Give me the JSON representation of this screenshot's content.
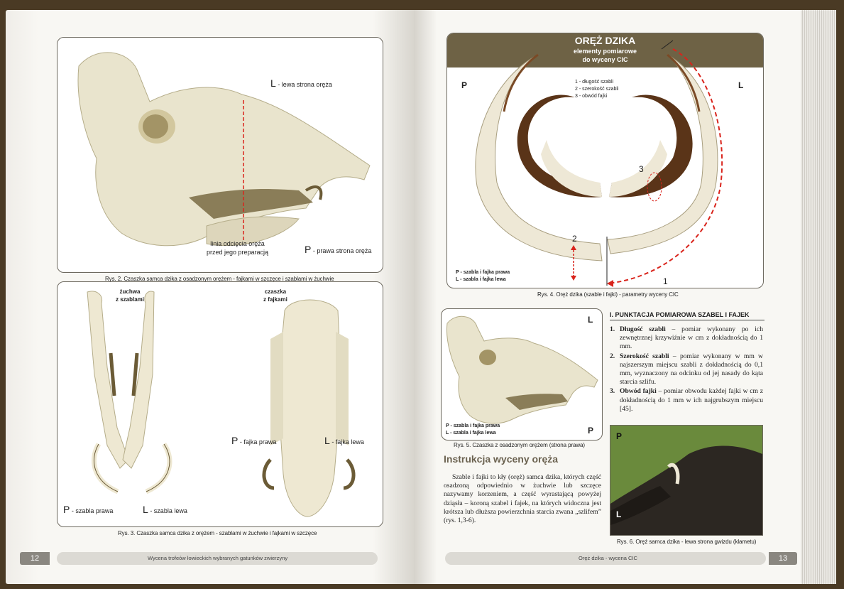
{
  "left_page": {
    "fig2": {
      "label_L": "L",
      "label_L_text": "- lewa strona oręża",
      "cut_line": [
        "linia odcięcia oręża",
        "przed jego preparacją"
      ],
      "label_P": "P",
      "label_P_text": "- prawa strona oręża",
      "caption": "Rys. 2. Czaszka samca dzika z osadzonym orężem - fajkami w szczęce i szablami w żuchwie"
    },
    "fig3": {
      "jaw_label": [
        "żuchwa",
        "z szablami"
      ],
      "skull_label": [
        "czaszka",
        "z fajkami"
      ],
      "label_P_fajka": "P",
      "label_P_fajka_text": "- fajka prawa",
      "label_L_fajka": "L",
      "label_L_fajka_text": "- fajka lewa",
      "label_P_szabla": "P",
      "label_P_szabla_text": "- szabla prawa",
      "label_L_szabla": "L",
      "label_L_szabla_text": "- szabla lewa",
      "caption": "Rys. 3. Czaszka samca dzika z orężem - szablami w żuchwie i fajkami w szczęce"
    },
    "footer": {
      "page_number": "12",
      "text": "Wycena trofeów łowieckich wybranych gatunków zwierzyny"
    }
  },
  "right_page": {
    "fig4": {
      "title": "ORĘŻ DZIKA",
      "subtitle_1": "elementy pomiarowe",
      "subtitle_2": "do wyceny CIC",
      "corner_P": "P",
      "corner_L": "L",
      "legend": [
        "1 - długość szabli",
        "2 - szerokość szabli",
        "3 - obwód fajki"
      ],
      "num_1": "1",
      "num_2": "2",
      "num_3": "3",
      "bottom_legend": [
        "P - szabla i fajka prawa",
        "L - szabla i fajka lewa"
      ],
      "caption": "Rys. 4. Oręż dzika (szable i fajki) - parametry wyceny CIC"
    },
    "fig5": {
      "corner_L": "L",
      "corner_P": "P",
      "legend": [
        "P - szabla i fajka prawa",
        "L - szabla i fajka lewa"
      ],
      "caption": "Rys. 5. Czaszka z osadzonym orężem (strona prawa)"
    },
    "section_heading": "I. PUNKTACJA POMIAROWA SZABEL I FAJEK",
    "points": [
      {
        "n": "1.",
        "term": "Długość szabli",
        "text": " – pomiar wykonany po ich zewnętrznej krzywiźnie w cm z dokładnością do 1 mm."
      },
      {
        "n": "2.",
        "term": "Szerokość szabli",
        "text": " – pomiar wykonany w mm w najszerszym miejscu szabli z dokładnością do 0,1 mm, wyznaczony na odcinku od jej nasady do kąta starcia szlifu."
      },
      {
        "n": "3.",
        "term": "Obwód fajki",
        "text": " – pomiar obwodu każdej fajki w cm z dokładnością do 1 mm w ich najgrubszym miejscu [45]."
      }
    ],
    "fig6": {
      "corner_P": "P",
      "corner_L": "L",
      "caption": "Rys. 6. Oręż samca dzika - lewa strona gwizdu (klametu)"
    },
    "instr_heading": "Instrukcja wyceny oręża",
    "instr_text": "Szable i fajki to kły (oręż) samca dzika, których część osadzoną odpowiednio w żuchwie lub szczęce nazywamy korzeniem, a część wyrastającą powyżej dziąsła – koroną szabel i fajek, na których widoczna jest krótsza lub dłuższa powierzchnia starcia zwana „szlifem” (rys. 1,3-6).",
    "footer": {
      "page_number": "13",
      "text": "Oręż dzika - wycena CIC"
    }
  },
  "colors": {
    "banner": "#6e6245",
    "red_marker": "#d9241c",
    "footer_bar": "#dcdad4",
    "page_num_bg": "#8a8780"
  }
}
